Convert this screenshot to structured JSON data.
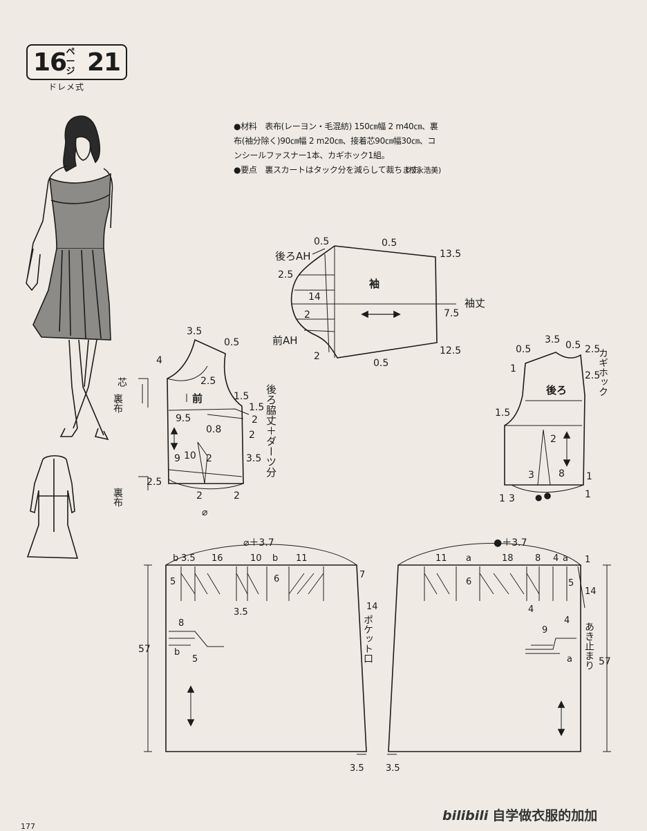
{
  "badge": {
    "left_number": "16",
    "page_label": "ページ",
    "right_number": "21",
    "subtitle": "ドレメ式"
  },
  "notes": {
    "materials": "●材料　表布(レーヨン・毛混紡) 150㎝幅 2 m40㎝、裏布(袖分除く)90㎝幅 2 m20㎝、接着芯90㎝幅30㎝、コンシールファスナー1本、カギホック1組。",
    "points": "●要点　裏スカートはタック分を減らして裁ちます。",
    "credit": "(松永浩美)"
  },
  "sleeve": {
    "name": "袖",
    "back_ah": "後ろAH",
    "front_ah": "前AH",
    "sleeve_length": "袖丈",
    "m_05a": "0.5",
    "m_05b": "0.5",
    "m_135": "13.5",
    "m_25": "2.5",
    "m_14": "14",
    "m_2a": "2",
    "m_75": "7.5",
    "m_2b": "2",
    "m_125": "12.5",
    "m_05c": "0.5"
  },
  "front": {
    "name": "前",
    "lining": "芯",
    "back_cloth": "裏布",
    "back_cloth2": "裏布",
    "side_note": "後ろ脇丈＋ダーツ分",
    "m_35": "3.5",
    "m_05": "0.5",
    "m_4": "4",
    "m_25": "2.5",
    "m_15a": "1.5",
    "m_15b": "1.5",
    "m_95": "9.5",
    "m_2a": "2",
    "m_08": "0.8",
    "m_2b": "2",
    "m_35b": "3.5",
    "m_9": "9",
    "m_10": "10",
    "m_2c": "2",
    "m_25b": "2.5",
    "m_2d": "2",
    "m_2e": "2",
    "sym": "⌀"
  },
  "back": {
    "name": "後ろ",
    "hook": "カギホック",
    "m_05a": "0.5",
    "m_35": "3.5",
    "m_05b": "0.5",
    "m_25a": "2.5",
    "m_1a": "1",
    "m_25b": "2.5",
    "m_15": "1.5",
    "m_2": "2",
    "m_3": "3",
    "m_8": "8",
    "m_1b": "1",
    "m_1c": "1",
    "m_3b": "3",
    "m_1d": "1",
    "sym": "●"
  },
  "front_skirt": {
    "waist": "⌀＋3.7",
    "pocket": "ポケット口",
    "b1": "b",
    "m_35": "3.5",
    "m_16": "16",
    "m_10": "10",
    "b2": "b",
    "m_11": "11",
    "m_5": "5",
    "m_6": "6",
    "m_7": "7",
    "m_35b": "3.5",
    "m_14": "14",
    "m_57": "57",
    "m_8": "8",
    "b3": "b",
    "m_5b": "5",
    "m_35c": "3.5"
  },
  "back_skirt": {
    "waist": "●＋3.7",
    "opening": "あき止まり",
    "m_11": "11",
    "a1": "a",
    "m_18": "18",
    "m_8": "8",
    "m_4": "4",
    "a2": "a",
    "m_1": "1",
    "m_6": "6",
    "m_5": "5",
    "m_14": "14",
    "m_4b": "4",
    "m_9": "9",
    "m_4c": "4",
    "a3": "a",
    "m_57": "57",
    "m_35": "3.5"
  },
  "watermark": {
    "logo": "bilibili",
    "text": "自学做衣服的加加"
  },
  "page_number": "177"
}
